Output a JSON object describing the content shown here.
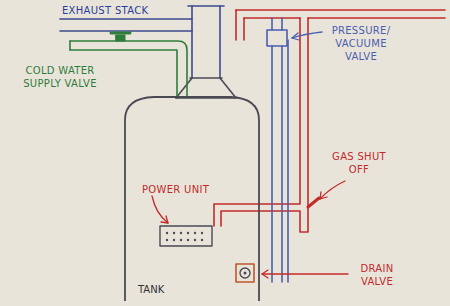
{
  "diagram": {
    "nodes": [
      {
        "text": [
          "TANK"
        ]
      }
    ],
    "labels": [
      "EXHAUST STACK",
      "COLD WATER SUPPLY VALVE",
      "PRESSURE/ VACUUME VALVE",
      "GAS SHUT OFF",
      "POWER UNIT",
      "DRAIN VALVE"
    ]
  }
}
